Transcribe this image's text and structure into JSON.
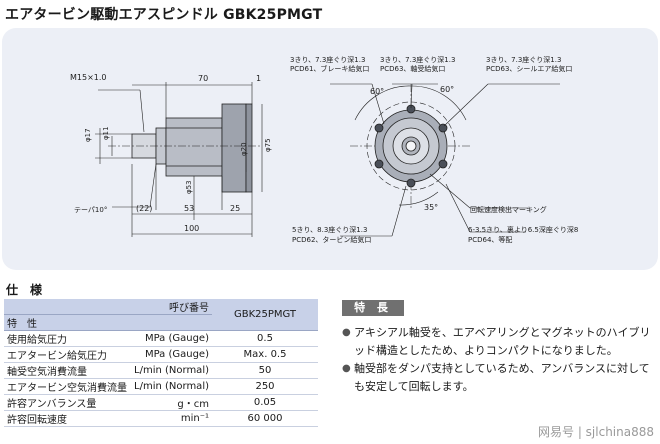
{
  "title": "エアタービン駆動エアスピンドル GBK25PMGT",
  "drawing": {
    "labels": {
      "thread": "M15×1.0",
      "dim_70": "70",
      "dim_1": "1",
      "d17": "φ17",
      "d11": "φ11",
      "taper": "テーパ10°",
      "dim_22": "(22)",
      "dim_53": "53",
      "dim_25": "25",
      "dim_100": "100",
      "d53": "φ53",
      "d20": "φ20",
      "d75": "φ75",
      "angle_60a": "60°",
      "angle_60b": "60°",
      "angle_35": "35°",
      "note1_l1": "3きり、7.3座ぐり深1.3",
      "note1_l2": "PCD61、ブレーキ給気口",
      "note2_l1": "3きり、7.3座ぐり深1.3",
      "note2_l2": "PCD63、軸受給気口",
      "note3_l1": "3きり、7.3座ぐり深1.3",
      "note3_l2": "PCD63、シールエア給気口",
      "note4": "回転速度検出マーキング",
      "note5_l1": "5きり、8.3座ぐり深1.3",
      "note5_l2": "PCD62、タービン給気口",
      "note6_l1": "6-3.5きり、裏より6.5深座ぐり深8",
      "note6_l2": "PCD64、等配"
    }
  },
  "spec": {
    "heading": "仕　様",
    "col_name": "呼び番号",
    "col_char": "特　性",
    "model": "GBK25PMGT",
    "rows": [
      {
        "name": "使用給気圧力",
        "unit": "MPa (Gauge)",
        "value": "0.5"
      },
      {
        "name": "エアタービン給気圧力",
        "unit": "MPa (Gauge)",
        "value": "Max. 0.5"
      },
      {
        "name": "軸受空気消費流量",
        "unit": "L/min (Normal)",
        "value": "50"
      },
      {
        "name": "エアタービン空気消費流量",
        "unit": "L/min (Normal)",
        "value": "250"
      },
      {
        "name": "許容アンバランス量",
        "unit": "g・cm",
        "value": "0.05"
      },
      {
        "name": "許容回転速度",
        "unit": "min⁻¹",
        "value": "60 000"
      }
    ]
  },
  "features": {
    "heading": "特 長",
    "bullet": "●",
    "items": [
      "アキシアル軸受を、エアベアリングとマグネットのハイブリッド構造としたため、よりコンパクトになりました。",
      "軸受部をダンパ支持としているため、アンバランスに対しても安定して回転します。"
    ]
  },
  "watermark": "网易号 | sjlchina888"
}
